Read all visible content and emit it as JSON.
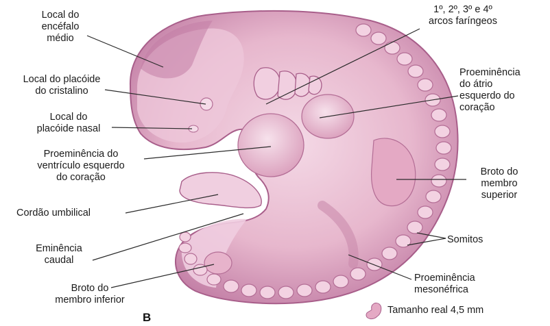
{
  "figure": {
    "panel_letter": "B",
    "size_note": "Tamanho real 4,5 mm",
    "labels": {
      "midbrain": "Local do\nencéfalo\nmédio",
      "lens_placode": "Local do placóide\ndo cristalino",
      "nasal_placode": "Local do\nplacóide nasal",
      "left_ventricle": "Proeminência do\nventrículo esquerdo\ndo coração",
      "umbilical_cord": "Cordão umbilical",
      "caudal_eminence": "Eminência\ncaudal",
      "lower_limb_bud": "Broto do\nmembro inferior",
      "pharyngeal_arches": "1º, 2º, 3º e 4º\narcos faríngeos",
      "left_atrium": "Proeminência\ndo átrio\nesquerdo do\ncoração",
      "upper_limb_bud": "Broto do\nmembro\nsuperior",
      "somites": "Somitos",
      "mesonephric": "Proeminência\nmesonéfrica"
    },
    "colors": {
      "embryo_fill": "#e6b3cb",
      "embryo_light": "#f3d6e3",
      "embryo_dark": "#b7709a",
      "somite_fill": "#f2cfe0",
      "line": "#2a2a2a"
    }
  }
}
